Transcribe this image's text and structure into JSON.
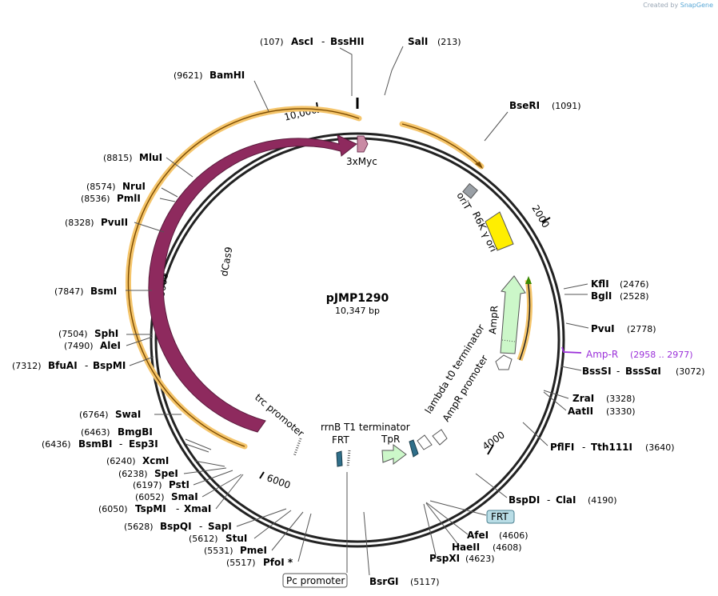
{
  "watermark": {
    "prefix": "Created by",
    "brand": "SnapGene"
  },
  "plasmid": {
    "name": "pJMP1290",
    "size": "10,347 bp"
  },
  "ticks": {
    "t10000": "10,000",
    "t2000": "2000",
    "t4000": "4000",
    "t6000": "6000",
    "t8000": "8000"
  },
  "features": {
    "dcas9": "dCas9",
    "myc": "3xMyc",
    "orit": "oriT",
    "r6k": "R6K γ ori",
    "ampr": "AmpR",
    "ampr_promoter": "AmpR promoter",
    "lambda_term": "lambda t0 terminator",
    "trc": "trc promoter",
    "rrnb": "rrnB T1 terminator",
    "frt": "FRT",
    "tpr": "TpR"
  },
  "boxed_labels": {
    "frt_box": "FRT",
    "pc_promoter": "Pc promoter"
  },
  "primer": {
    "name": "Amp-R",
    "range": "(2958 .. 2977)",
    "color": "#9b30d9"
  },
  "colors": {
    "dcas9": "#8e2a5e",
    "myc": "#c98aa4",
    "highlight": "#f5c56b",
    "ampr": "#ccf7c9",
    "r6k": "#ffee00",
    "orit": "#9aa0a6",
    "frt": "#2f6f8a",
    "frt_box": "#b9dde6"
  },
  "sites": {
    "ascI": {
      "pos": "(107)",
      "name": "AscI",
      "sep": "-",
      "name2": "BssHII"
    },
    "salI": {
      "name": "SalI",
      "pos": "(213)"
    },
    "bamHI": {
      "pos": "(9621)",
      "name": "BamHI"
    },
    "bseRI": {
      "name": "BseRI",
      "pos": "(1091)"
    },
    "mluI": {
      "pos": "(8815)",
      "name": "MluI"
    },
    "nruI": {
      "pos": "(8574)",
      "name": "NruI"
    },
    "pmlI": {
      "pos": "(8536)",
      "name": "PmlI"
    },
    "pvuII": {
      "pos": "(8328)",
      "name": "PvuII"
    },
    "kflI": {
      "name": "KflI",
      "pos": "(2476)"
    },
    "bglI": {
      "name": "BglI",
      "pos": "(2528)"
    },
    "bsmI": {
      "pos": "(7847)",
      "name": "BsmI"
    },
    "pvuI": {
      "name": "PvuI",
      "pos": "(2778)"
    },
    "sphI": {
      "pos": "(7504)",
      "name": "SphI"
    },
    "aleI": {
      "pos": "(7490)",
      "name": "AleI"
    },
    "bfuAI": {
      "pos": "(7312)",
      "name": "BfuAI",
      "sep": "-",
      "name2": "BspMI"
    },
    "bssSI": {
      "name": "BssSI",
      "sep": "-",
      "name2": "BssSαI",
      "pos": "(3072)"
    },
    "zraI": {
      "name": "ZraI",
      "pos": "(3328)"
    },
    "aatII": {
      "name": "AatII",
      "pos": "(3330)"
    },
    "swaI": {
      "pos": "(6764)",
      "name": "SwaI"
    },
    "pflFI": {
      "name": "PflFI",
      "sep": "-",
      "name2": "Tth111I",
      "pos": "(3640)"
    },
    "bmgBI": {
      "pos": "(6463)",
      "name": "BmgBI"
    },
    "bsmBI": {
      "pos": "(6436)",
      "name": "BsmBI",
      "sep": "-",
      "name2": "Esp3I"
    },
    "xcmI": {
      "pos": "(6240)",
      "name": "XcmI"
    },
    "speI": {
      "pos": "(6238)",
      "name": "SpeI"
    },
    "pstI": {
      "pos": "(6197)",
      "name": "PstI"
    },
    "smaI": {
      "pos": "(6052)",
      "name": "SmaI"
    },
    "tspMI": {
      "pos": "(6050)",
      "name": "TspMI",
      "sep": "-",
      "name2": "XmaI"
    },
    "bspDI": {
      "name": "BspDI",
      "sep": "-",
      "name2": "ClaI",
      "pos": "(4190)"
    },
    "bspQI": {
      "pos": "(5628)",
      "name": "BspQI",
      "sep": "-",
      "name2": "SapI"
    },
    "stuI": {
      "pos": "(5612)",
      "name": "StuI"
    },
    "afeI": {
      "name": "AfeI",
      "pos": "(4606)"
    },
    "haeII": {
      "name": "HaeII",
      "pos": "(4608)"
    },
    "pmeI": {
      "pos": "(5531)",
      "name": "PmeI"
    },
    "pspXI": {
      "name": "PspXI",
      "pos": "(4623)"
    },
    "pfoI": {
      "pos": "(5517)",
      "name": "PfoI *"
    },
    "bsrGI": {
      "name": "BsrGI",
      "pos": "(5117)"
    }
  }
}
